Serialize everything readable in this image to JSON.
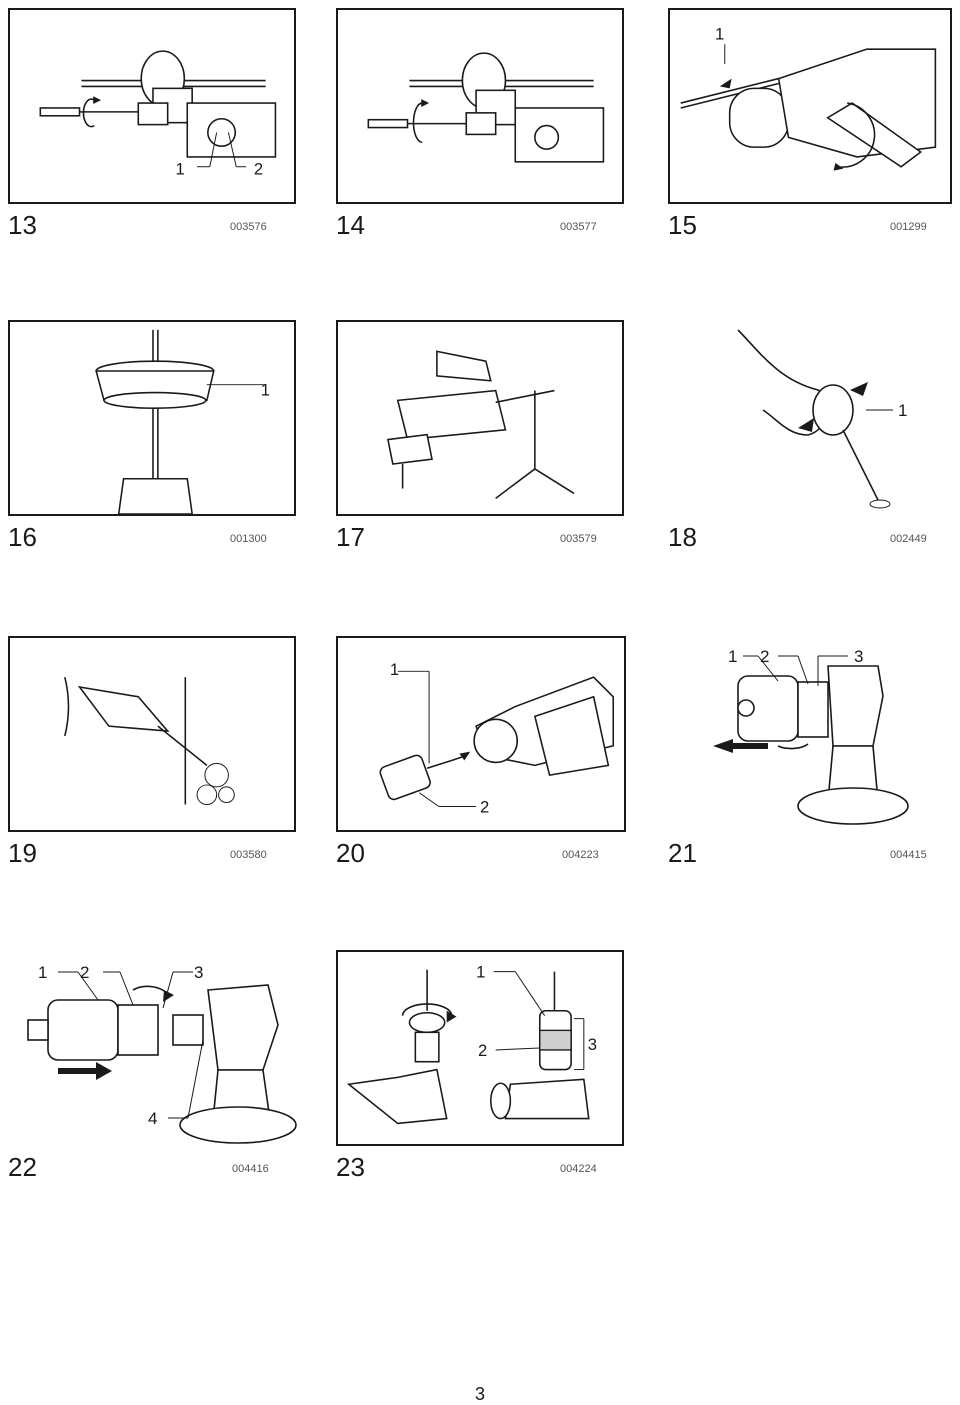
{
  "figures": [
    {
      "number": "13",
      "code": "003576",
      "callouts": [
        "1",
        "2"
      ]
    },
    {
      "number": "14",
      "code": "003577",
      "callouts": []
    },
    {
      "number": "15",
      "code": "001299",
      "callouts": [
        "1"
      ]
    },
    {
      "number": "16",
      "code": "001300",
      "callouts": [
        "1"
      ]
    },
    {
      "number": "17",
      "code": "003579",
      "callouts": []
    },
    {
      "number": "18",
      "code": "002449",
      "callouts": [
        "1"
      ]
    },
    {
      "number": "19",
      "code": "003580",
      "callouts": []
    },
    {
      "number": "20",
      "code": "004223",
      "callouts": [
        "1",
        "2"
      ]
    },
    {
      "number": "21",
      "code": "004415",
      "callouts": [
        "1",
        "2",
        "3"
      ]
    },
    {
      "number": "22",
      "code": "004416",
      "callouts": [
        "1",
        "2",
        "3",
        "4"
      ]
    },
    {
      "number": "23",
      "code": "004224",
      "callouts": [
        "1",
        "2",
        "3"
      ]
    }
  ],
  "page_number": "3"
}
